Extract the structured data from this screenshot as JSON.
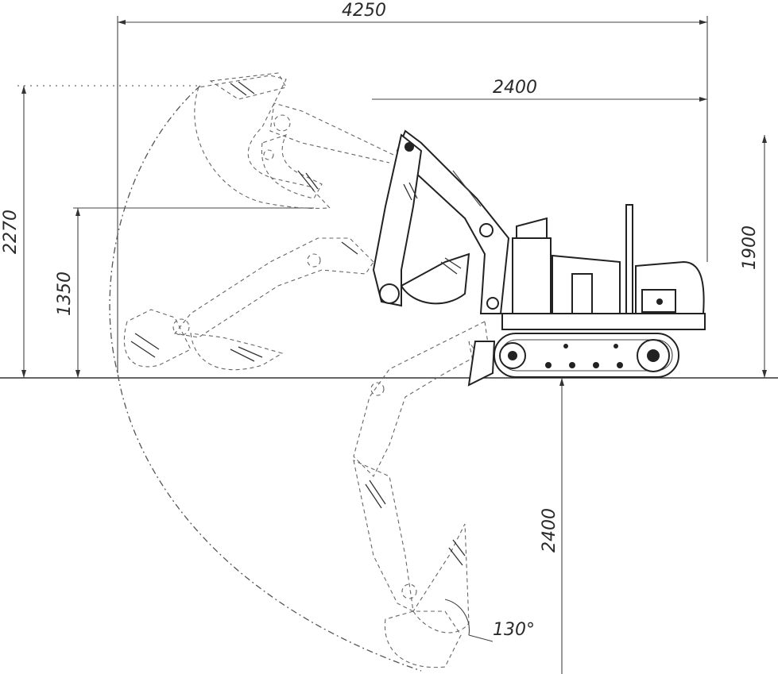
{
  "dimensions": {
    "total_length": "4250",
    "reach_from_track": "2400",
    "max_height": "2270",
    "dump_height": "1350",
    "cab_height": "1900",
    "dig_depth": "2400",
    "bucket_angle": "130°"
  },
  "colors": {
    "line": "#333333",
    "background": "#ffffff"
  }
}
